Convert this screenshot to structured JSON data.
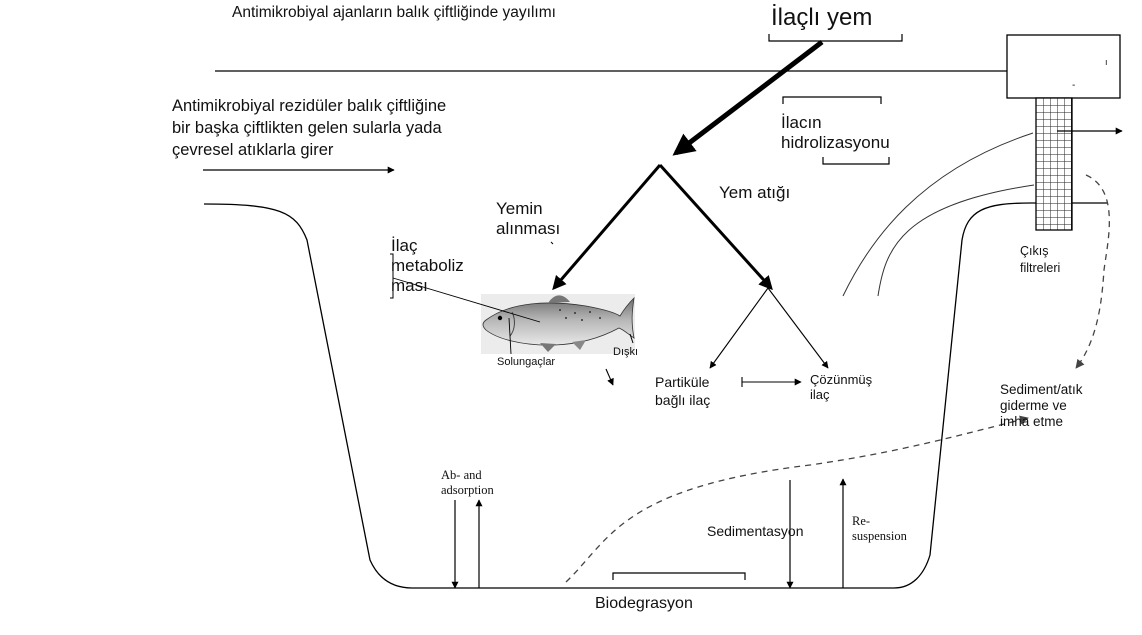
{
  "title": "Antimikrobiyal ajanların balık çiftliğinde yayılımı",
  "labels": {
    "medicated_feed": "İlaçlı yem",
    "inflow": "Antimikrobiyal rezidüler balık çiftliğine\nbir başka çiftlikten gelen sularla yada\nçevresel atıklarla girer",
    "hydrolysis": "İlacın\nhidrolizasyonu",
    "feed_waste": "Yem atığı",
    "feed_intake": "Yemin\nalınması",
    "drug_metabolism": "İlaç\nmetaboliz\nması",
    "gills": "Solungaçlar",
    "feces": "Dışkı",
    "particle_bound": "Partiküle\nbağlı ilaç",
    "dissolved": "Çözünmüş\nilaç",
    "outlet_filters": "Çıkış\nfiltreleri",
    "sediment_removal": "Sediment/atık\ngiderme ve\nimha etme",
    "ab_adsorption": "Ab- and\nadsorption",
    "sedimentation": "Sedimentasyon",
    "resuspension": "Re-\nsuspension",
    "biodegradation": "Biodegrasyon",
    "tank_mark_1": "ı",
    "tank_mark_2": "-"
  }
}
